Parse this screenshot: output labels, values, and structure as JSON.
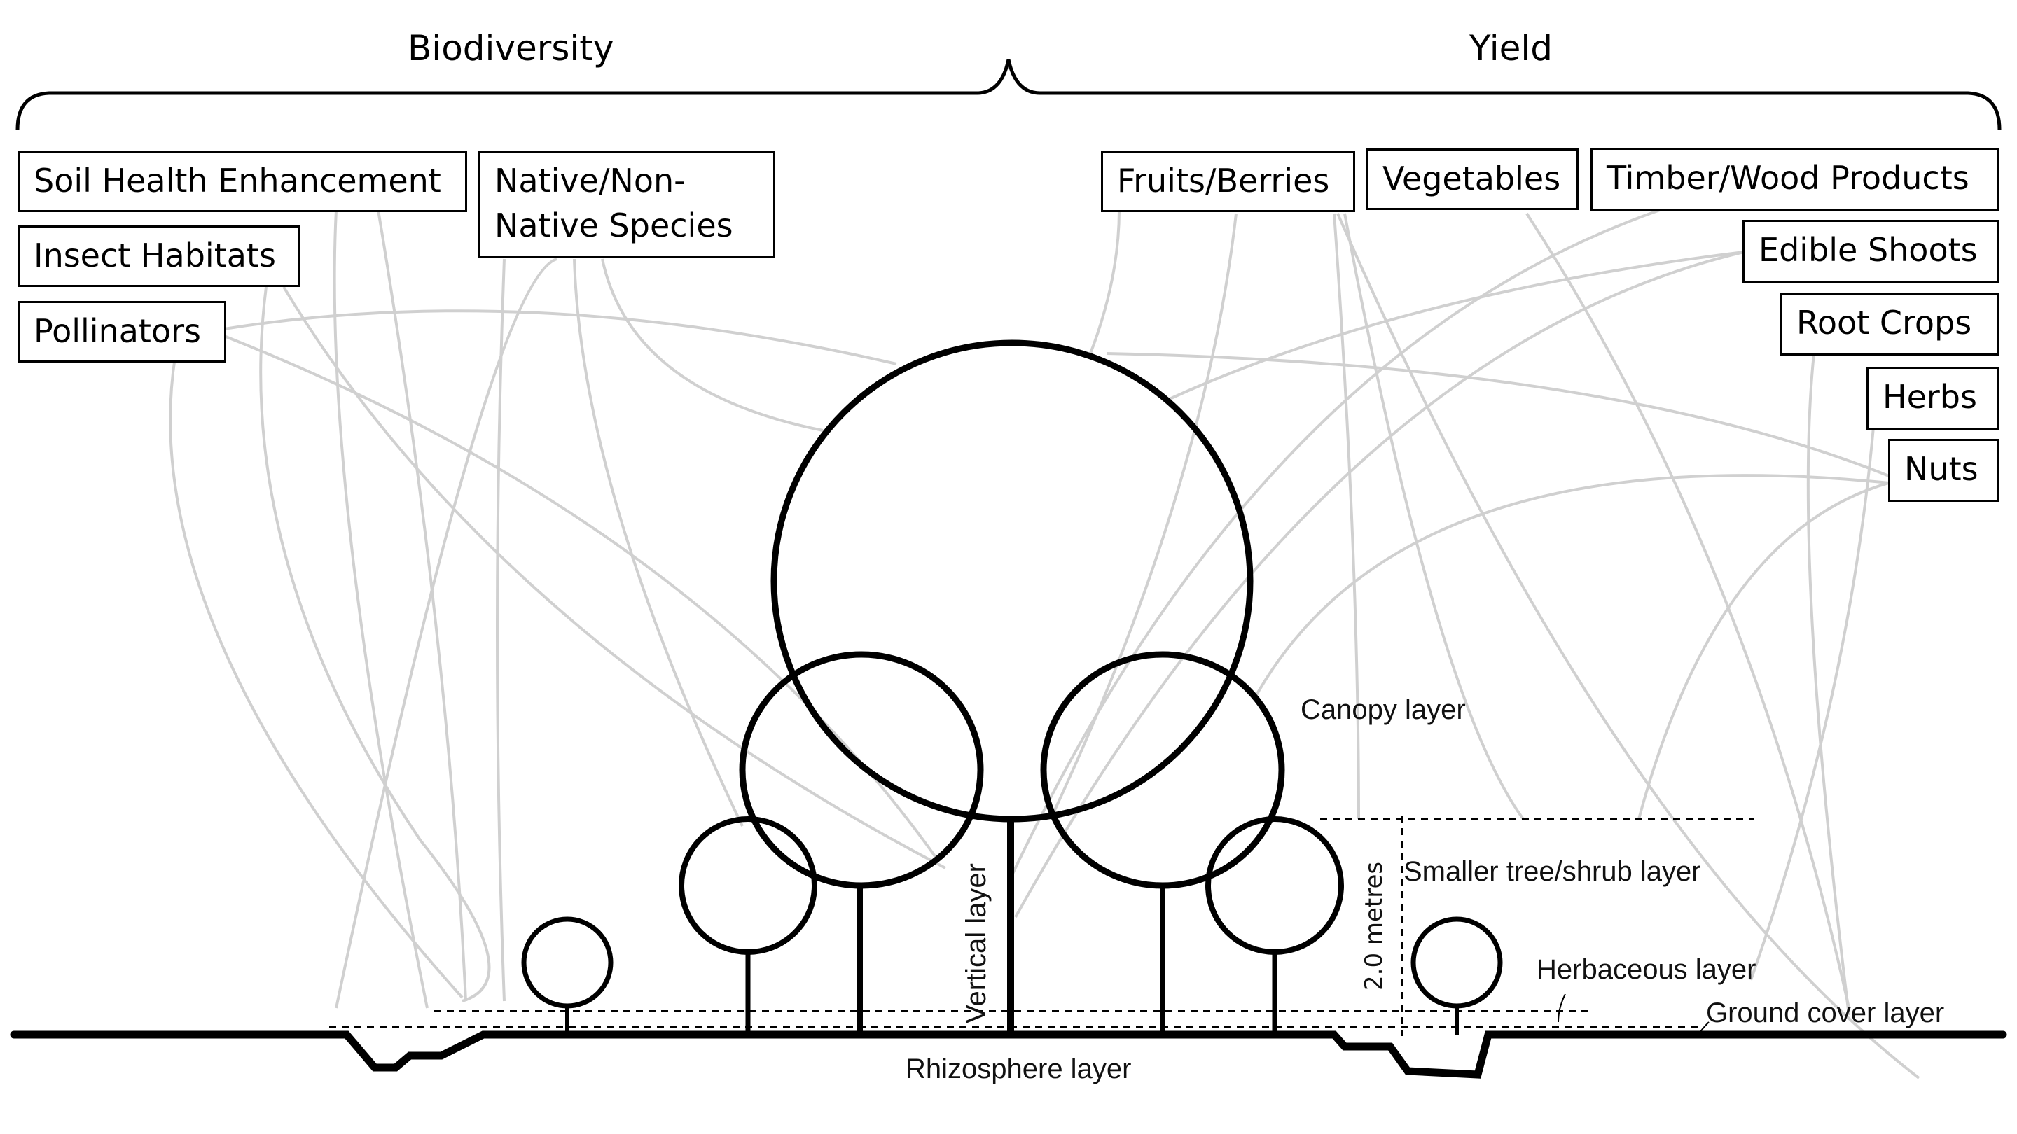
{
  "groups": {
    "biodiversity": {
      "title": "Biodiversity",
      "items": [
        "Soil Health Enhancement",
        "Insect Habitats",
        "Pollinators",
        "Native/Non-\nNative Species"
      ]
    },
    "yield": {
      "title": "Yield",
      "items": [
        "Fruits/Berries",
        "Vegetables",
        "Timber/Wood Products",
        "Edible Shoots",
        "Root Crops",
        "Herbs",
        "Nuts"
      ]
    }
  },
  "layers": {
    "canopy": "Canopy layer",
    "shrub": "Smaller tree/shrub layer",
    "herbaceous": "Herbaceous layer",
    "ground_cover": "Ground cover layer",
    "rhizosphere": "Rhizosphere layer",
    "vertical": "Vertical layer",
    "height_marker": "2.0 metres"
  },
  "colors": {
    "outline": "#000000",
    "connector": "#d0d0d0"
  }
}
